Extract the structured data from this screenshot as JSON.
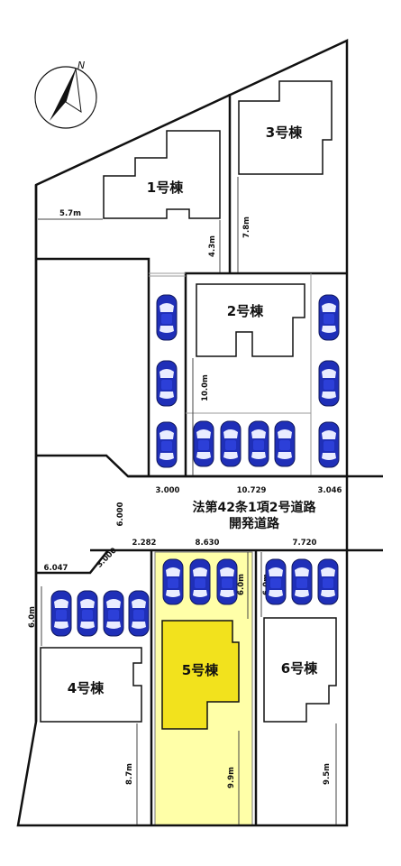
{
  "compass": {
    "label": "N"
  },
  "buildings": {
    "b1": "1号棟",
    "b2": "2号棟",
    "b3": "3号棟",
    "b4": "4号棟",
    "b5": "5号棟",
    "b6": "6号棟"
  },
  "road": {
    "line1": "法第42条1項2号道路",
    "line2": "開発道路"
  },
  "dimensions": {
    "d_5_7m": "5.7m",
    "d_4_3m": "4.3m",
    "d_7_8m": "7.8m",
    "d_10_0m": "10.0m",
    "d_3_000_top": "3.000",
    "d_10_729": "10.729",
    "d_3_046": "3.046",
    "d_6_000_side": "6.000",
    "d_3_000_diag": "3.000",
    "d_2_282": "2.282",
    "d_8_630": "8.630",
    "d_7_720": "7.720",
    "d_6_047": "6.047",
    "d_6_0m_lot4": "6.0m",
    "d_6_0m_lot5": "6.0m",
    "d_6_0m_lot6": "6.0m",
    "d_8_7m": "8.7m",
    "d_9_9m": "9.9m",
    "d_9_5m": "9.5m"
  },
  "colors": {
    "highlight_lot": "#ffffa8",
    "highlight_building": "#f2e21d",
    "car_body": "#1f2fb8",
    "outline": "#111111"
  },
  "icons": {
    "compass": "north-arrow-icon",
    "car": "car-icon"
  }
}
